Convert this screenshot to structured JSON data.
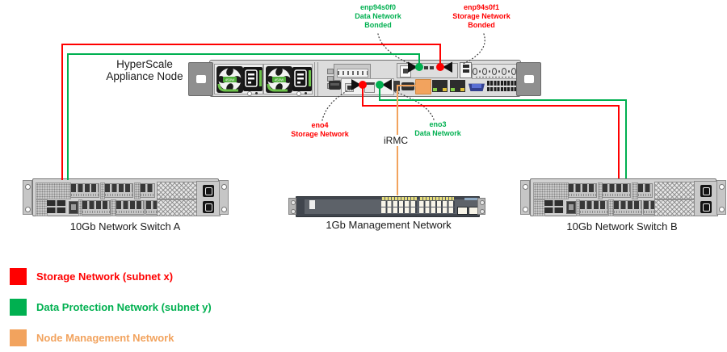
{
  "colors": {
    "storage": "#ff0000",
    "data_protection": "#00b050",
    "node_management": "#f2a35e",
    "leader": "#404040"
  },
  "appliance": {
    "title_line1": "HyperScale",
    "title_line2": "Appliance Node",
    "psu_wattage": "450W"
  },
  "ports": {
    "enp94s0f0": {
      "name": "enp94s0f0",
      "network": "Data Network",
      "mode": "Bonded"
    },
    "enp94s0f1": {
      "name": "enp94s0f1",
      "network": "Storage Network",
      "mode": "Bonded"
    },
    "eno4": {
      "name": "eno4",
      "network": "Storage Network"
    },
    "eno3": {
      "name": "eno3",
      "network": "Data Network"
    },
    "irmc": {
      "name": "iRMC"
    }
  },
  "switches": {
    "switch_a": {
      "label": "10Gb Network Switch A"
    },
    "management": {
      "label": "1Gb Management Network"
    },
    "switch_b": {
      "label": "10Gb Network Switch B"
    }
  },
  "legend": {
    "storage": {
      "label": "Storage Network (subnet x)",
      "color": "#ff0000"
    },
    "data_protection": {
      "label": "Data Protection Network (subnet y)",
      "color": "#00b050"
    },
    "node_management": {
      "label": "Node Management Network",
      "color": "#f2a35e"
    }
  }
}
